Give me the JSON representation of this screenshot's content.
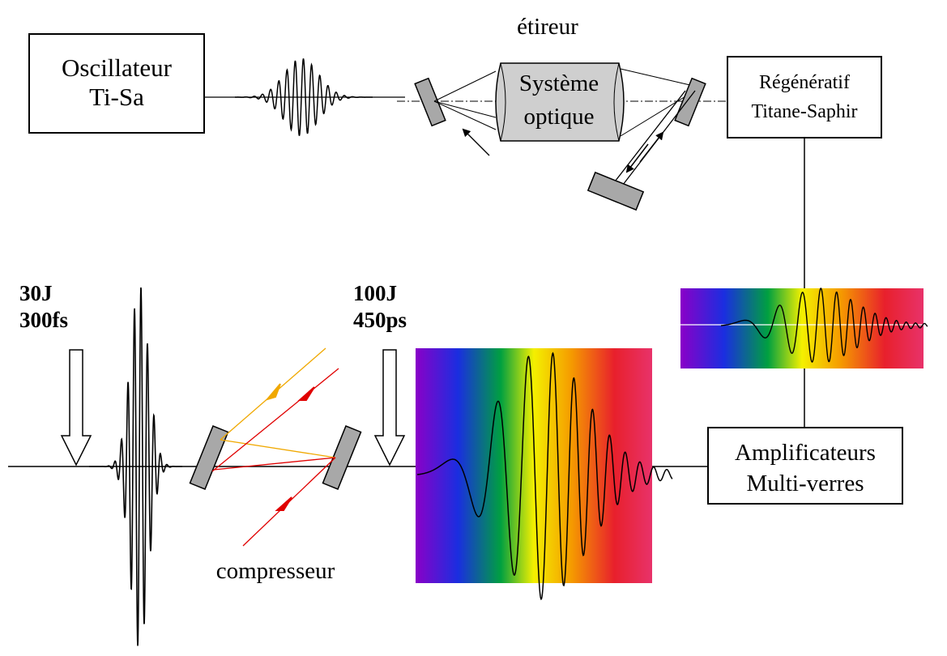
{
  "labels": {
    "stretcher_title": "étireur",
    "oscillator_line1": "Oscillateur",
    "oscillator_line2": "Ti-Sa",
    "optics_line1": "Système",
    "optics_line2": "optique",
    "regen_line1": "Régénératif",
    "regen_line2": "Titane-Saphir",
    "amp_line1": "Amplificateurs",
    "amp_line2": "Multi-verres",
    "compressor": "compresseur",
    "out_energy": "30J",
    "out_duration": "300fs",
    "in_energy": "100J",
    "in_duration": "450ps"
  },
  "colors": {
    "spectrum": [
      "#8a00c8",
      "#1a2ee0",
      "#00a040",
      "#f4f000",
      "#f59a00",
      "#e8202c",
      "#e8326a"
    ],
    "beam_orange": "#f0a800",
    "beam_red": "#e00000",
    "grating_fill": "#a8a8a8",
    "optics_fill": "#cfcfcf"
  }
}
